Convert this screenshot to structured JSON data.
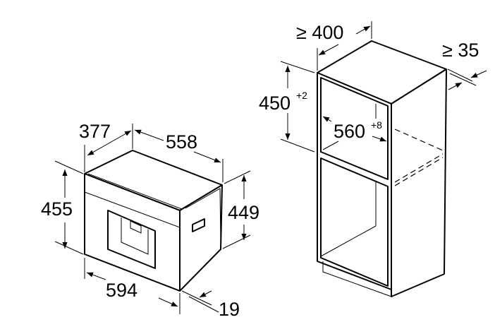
{
  "appliance": {
    "depth_label": "377",
    "width_top_label": "558",
    "height_front_label": "455",
    "height_body_label": "449",
    "width_front_label": "594",
    "front_offset_label": "19"
  },
  "cabinet": {
    "depth_label": "≥ 400",
    "gap_label": "≥ 35",
    "niche_height_label": "450",
    "niche_height_tol": "+2",
    "niche_width_label": "560",
    "niche_width_tol": "+8"
  }
}
